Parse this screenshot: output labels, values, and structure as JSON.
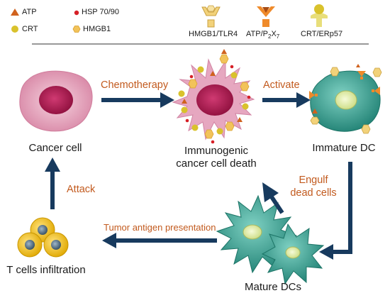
{
  "legend": {
    "atp": "ATP",
    "hsp": "HSP 70/90",
    "crt": "CRT",
    "hmgb1": "HMGB1",
    "hmgb1_tlr4": "HMGB1/TLR4",
    "atp_p2x7_main": "ATP/P",
    "atp_p2x7_sub1": "2",
    "atp_p2x7_mid": "X",
    "atp_p2x7_sub2": "7",
    "crt_erp57": "CRT/ERp57"
  },
  "nodes": {
    "cancer_cell": "Cancer cell",
    "icd_line1": "Immunogenic",
    "icd_line2": "cancer cell death",
    "immature_dc": "Immature DC",
    "mature_dcs": "Mature DCs",
    "t_cells": "T cells infiltration"
  },
  "actions": {
    "chemotherapy": "Chemotherapy",
    "activate": "Activate",
    "engulf_line1": "Engulf",
    "engulf_line2": "dead cells",
    "tumor_antigen": "Tumor antigen presentation",
    "attack": "Attack"
  },
  "colors": {
    "arrow": "#173a5e",
    "action_text": "#c25a1e",
    "cancer_cell_fill": "#e7a9bd",
    "nucleus": "#b0164c",
    "dc_fill": "#3aa89a",
    "dc_nucleus": "#e3efb0",
    "atp": "#d0621e",
    "hsp": "#d62027",
    "crt": "#d9c22c",
    "hmgb1": "#f2c35a",
    "t_cell": "#f0c020"
  }
}
